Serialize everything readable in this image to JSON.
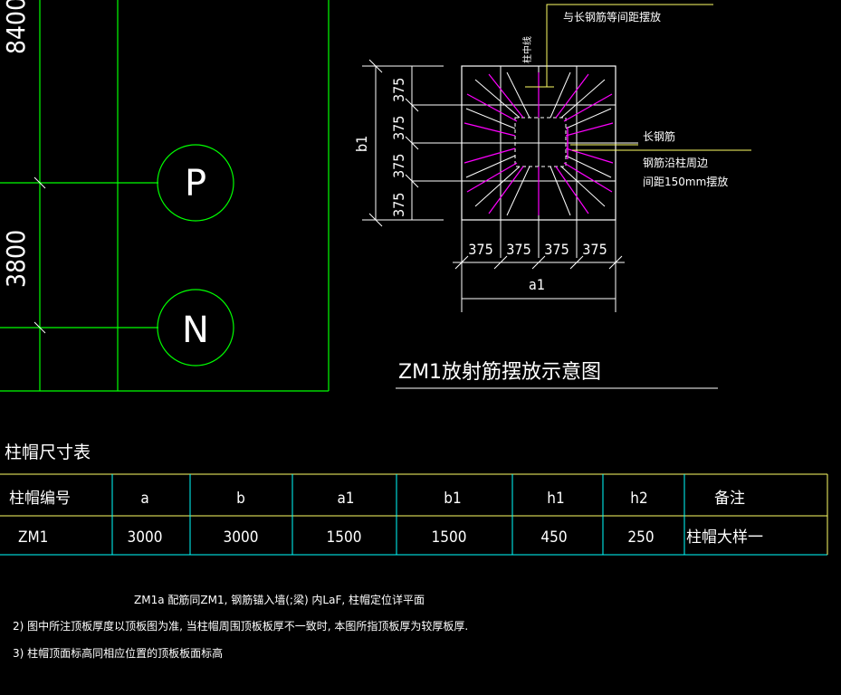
{
  "grid_dimensions": {
    "top_dim": "8400",
    "mid_dim": "3800",
    "axis_p": "P",
    "axis_n": "N"
  },
  "detail": {
    "center_line_label": "柱中线",
    "top_note": "与长钢筋等间距摆放",
    "long_bar_label": "长钢筋",
    "perimeter_note_1": "钢筋沿柱周边",
    "perimeter_note_2": "间距150mm摆放",
    "b1_label": "b1",
    "a1_label": "a1",
    "vertical_dims": [
      "375",
      "375",
      "375",
      "375"
    ],
    "horizontal_dims": [
      "375",
      "375",
      "375",
      "375"
    ],
    "title": "ZM1放射筋摆放示意图"
  },
  "table": {
    "caption": "柱帽尺寸表",
    "headers": [
      "柱帽编号",
      "a",
      "b",
      "a1",
      "b1",
      "h1",
      "h2",
      "备注"
    ],
    "rows": [
      [
        "ZM1",
        "3000",
        "3000",
        "1500",
        "1500",
        "450",
        "250",
        "柱帽大样一"
      ]
    ]
  },
  "notes": [
    "ZM1a 配筋同ZM1, 钢筋锚入墙(;梁) 内LaF, 柱帽定位详平面",
    "2) 图中所注顶板厚度以顶板图为准, 当柱帽周围顶板板厚不一致时, 本图所指顶板厚为较厚板厚.",
    "3) 柱帽顶面标高同相应位置的顶板板面标高"
  ],
  "colors": {
    "background": "#000000",
    "grid_green": "#00ff00",
    "line_white": "#ffffff",
    "leader_yellow": "#ffff66",
    "rebar_magenta": "#ff00ff",
    "table_yellow": "#ffff66",
    "table_cyan": "#00ffff"
  }
}
